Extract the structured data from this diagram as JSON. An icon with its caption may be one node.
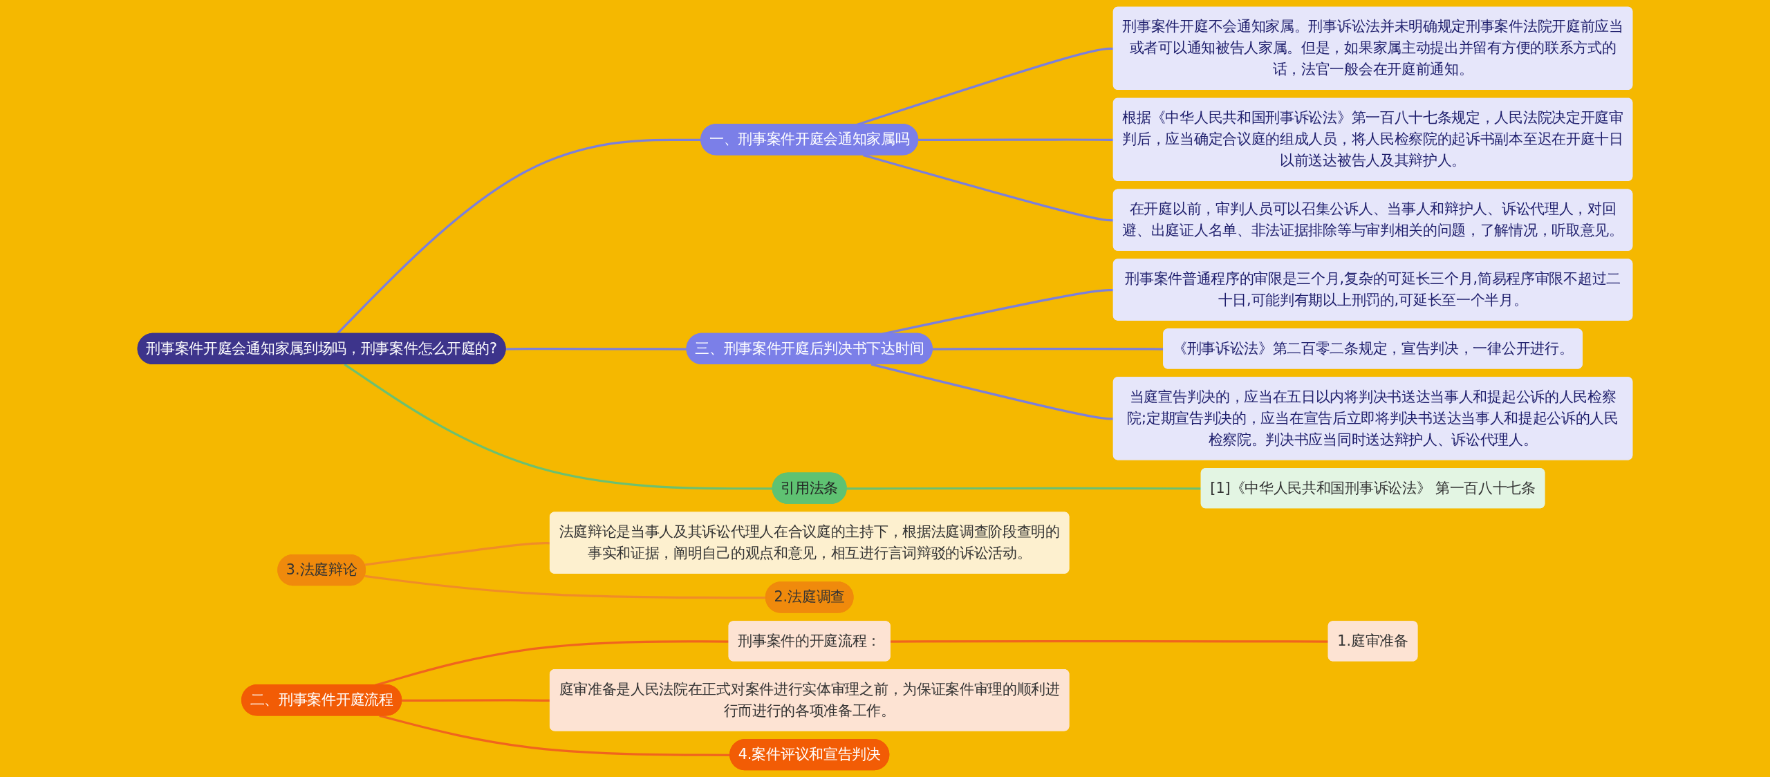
{
  "diagram": {
    "nodes": [
      {
        "text": [
          "刑事案件开庭会通知家属到场吗，刑事案件怎么开庭的?"
        ]
      },
      {
        "text": [
          "二、刑事案件开庭流程"
        ]
      },
      {
        "text": [
          "刑事案件的开庭流程："
        ]
      },
      {
        "text": [
          "1.庭审准备"
        ]
      },
      {
        "text": [
          "庭审准备是人民法院在正式对案件进行实体审理之前，为保证案件审理的顺利进行而进行的各项准备工作。"
        ]
      },
      {
        "text": [
          "3.法庭辩论"
        ]
      },
      {
        "text": [
          "法庭辩论是当事人及其诉讼代理人在合议庭的主持下，根据法庭调查阶段查明的事实和证据，阐明自己的观点和意见，相互进行言词辩驳的诉讼活动。"
        ]
      },
      {
        "text": [
          "三、刑事案件开庭后判决书下达时间"
        ]
      },
      {
        "text": [
          "刑事案件普通程序的审限是三个月,复杂的可延长三个月,简易程序审限不超过二十日,可能判有期以上刑罚的,可延长至一个半月。"
        ]
      },
      {
        "text": [
          "《刑事诉讼法》第二百零二条规定，宣告判决，一律公开进行。"
        ]
      },
      {
        "text": [
          "当庭宣告判决的，应当在五日以内将判决书送达当事人和提起公诉的人民检察院;定期宣告判决的，应当在宣告后立即将判决书送达当事人和提起公诉的人民检察院。判决书应当同时送达辩护人、诉讼代理人。"
        ]
      },
      {
        "text": [
          "一、刑事案件开庭会通知家属吗"
        ]
      },
      {
        "text": [
          "刑事案件开庭不会通知家属。刑事诉讼法并未明确规定刑事案件法院开庭前应当或者可以通知被告人家属。但是，如果家属主动提出并留有方便的联系方式的话，法官一般会在开庭前通知。"
        ]
      },
      {
        "text": [
          "根据《中华人民共和国刑事诉讼法》第一百八十七条规定，人民法院决定开庭审判后，应当确定合议庭的组成人员，将人民检察院的起诉书副本至迟在开庭十日以前送达被告人及其辩护人。"
        ]
      },
      {
        "text": [
          "在开庭以前，审判人员可以召集公诉人、当事人和辩护人、诉讼代理人，对回避、出庭证人名单、非法证据排除等与审判相关的问题，了解情况，听取意见。"
        ]
      },
      {
        "text": [
          "2.法庭调查"
        ]
      },
      {
        "text": [
          "4.案件评议和宣告判决"
        ]
      },
      {
        "text": [
          "引用法条"
        ]
      },
      {
        "text": [
          "[1]《中华人民共和国刑事诉讼法》 第一百八十七条"
        ]
      }
    ],
    "edges": [
      {
        "from": 0,
        "to": 11,
        "arrow": "none"
      },
      {
        "from": 11,
        "to": 12,
        "arrow": "none"
      },
      {
        "from": 11,
        "to": 13,
        "arrow": "none"
      },
      {
        "from": 11,
        "to": 14,
        "arrow": "none"
      },
      {
        "from": 1,
        "to": 2,
        "arrow": "none",
        "color": "#f0641e"
      },
      {
        "from": 2,
        "to": 3,
        "arrow": "none",
        "color": "#f0641e"
      },
      {
        "from": 1,
        "to": 4,
        "arrow": "none",
        "color": "#f0641e"
      },
      {
        "from": 1,
        "to": 16,
        "arrow": "none",
        "color": "#f0641e"
      },
      {
        "from": 5,
        "to": 6,
        "arrow": "none",
        "color": "#f08c28"
      },
      {
        "from": 5,
        "to": 15,
        "arrow": "none",
        "color": "#f08c28"
      },
      {
        "from": 0,
        "to": 7,
        "arrow": "none"
      },
      {
        "from": 7,
        "to": 8,
        "arrow": "none"
      },
      {
        "from": 7,
        "to": 9,
        "arrow": "none"
      },
      {
        "from": 7,
        "to": 10,
        "arrow": "none"
      },
      {
        "from": 0,
        "to": 17,
        "arrow": "none",
        "color": "#6cc070"
      },
      {
        "from": 17,
        "to": 18,
        "arrow": "none",
        "color": "#6cc070"
      }
    ]
  }
}
